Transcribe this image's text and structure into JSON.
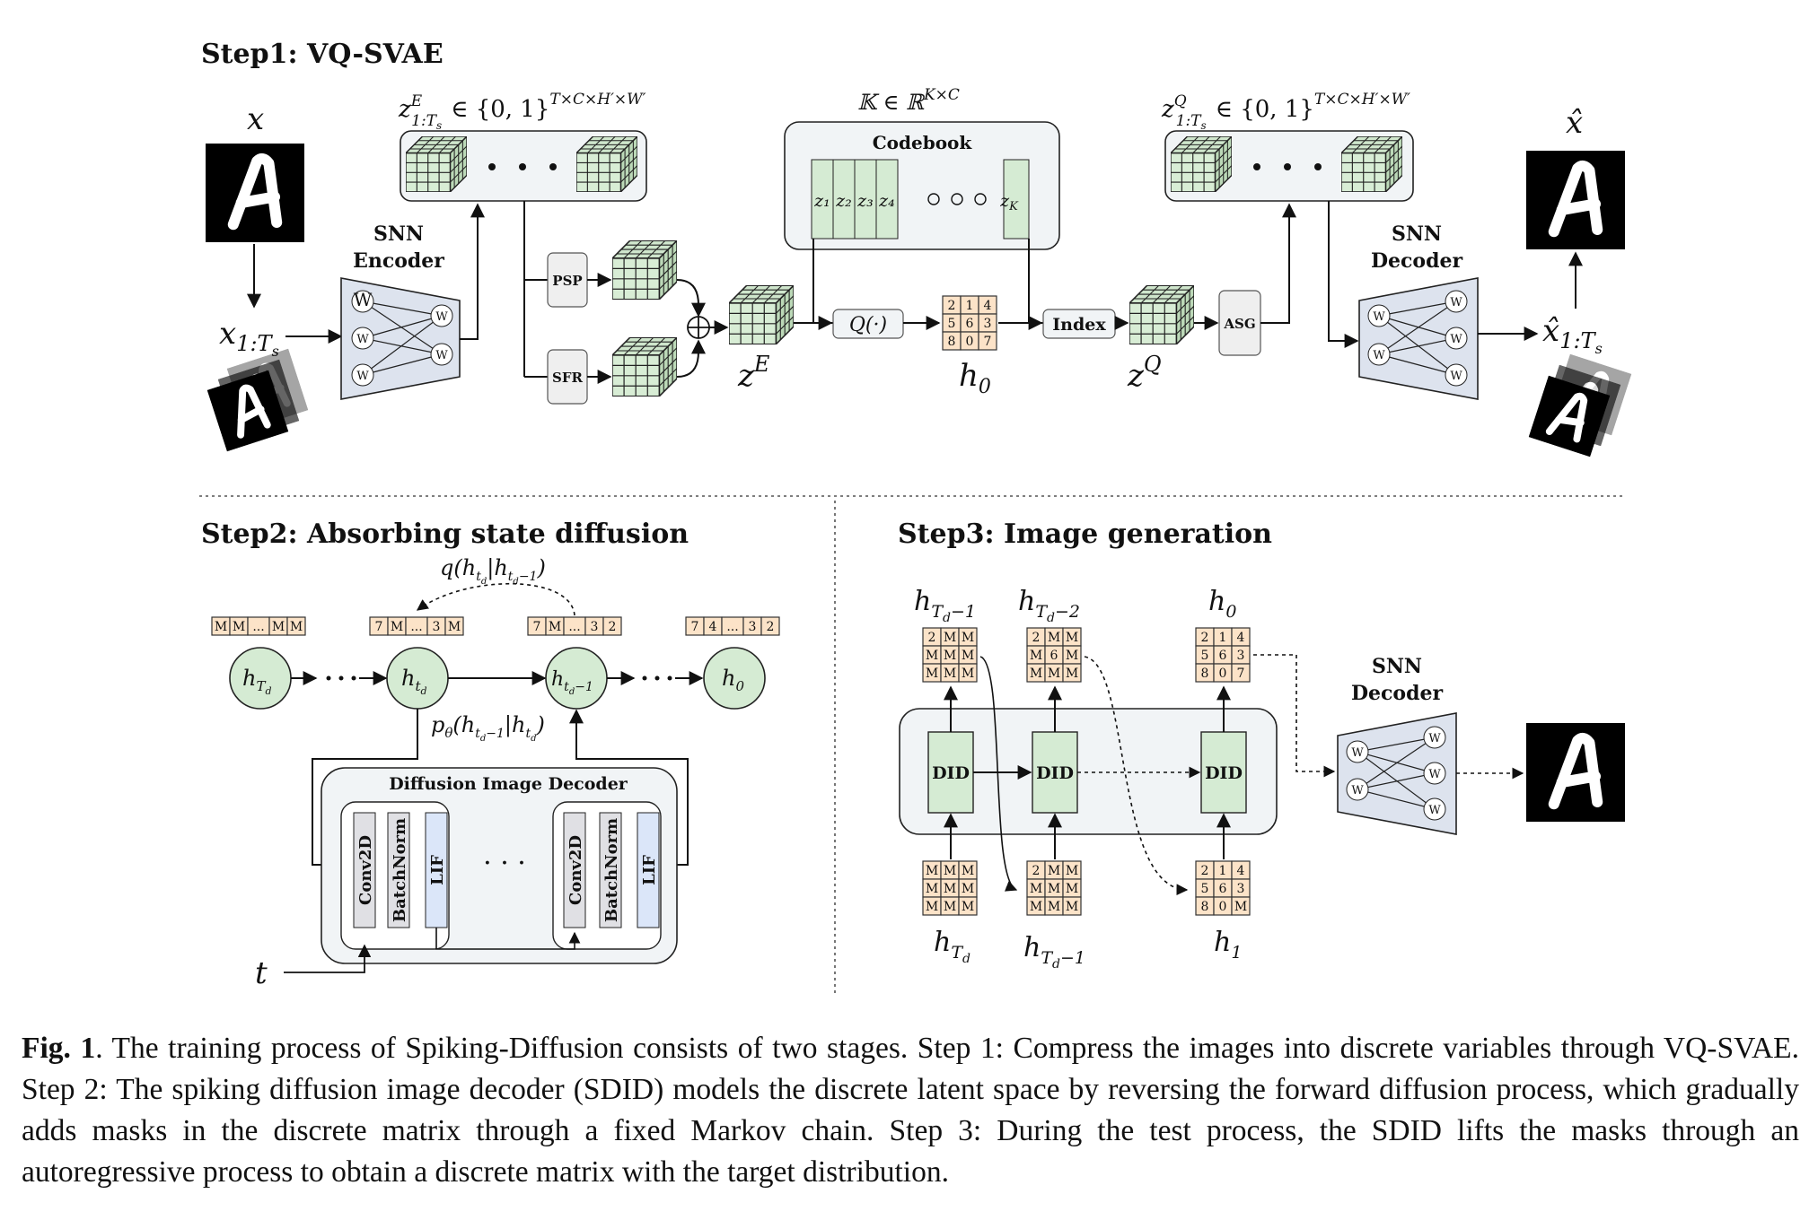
{
  "step1": {
    "title": "Step1: VQ-SVAE",
    "x_label": "x",
    "x_seq_label": "x",
    "x_seq_sub": "1:T",
    "x_seq_subsub": "s",
    "encoder_l1": "SNN",
    "encoder_l2": "Encoder",
    "zE_set": "z",
    "zE_sup": "E",
    "zE_sub": "1:T",
    "zE_subsub": "s",
    "zE_in": "∈ {0, 1}",
    "zE_exp": "T×C×H′×W′",
    "psp": "PSP",
    "sfr": "SFR",
    "zE": "z",
    "zE_super": "E",
    "codebook_set": "𝕂 ∈ ℝ",
    "codebook_exp": "K×C",
    "codebook_title": "Codebook",
    "codes": [
      "z₁",
      "z₂",
      "z₃",
      "z₄"
    ],
    "code_last": "z",
    "code_last_sub": "K",
    "q_label": "Q(·)",
    "h0_label": "h",
    "h0_sub": "0",
    "h0_grid": [
      "2",
      "1",
      "4",
      "5",
      "6",
      "3",
      "8",
      "0",
      "7"
    ],
    "index_label": "Index",
    "zQ": "z",
    "zQ_super": "Q",
    "asg": "ASG",
    "zQ_set": "z",
    "zQ_sup": "Q",
    "zQ_sub": "1:T",
    "zQ_subsub": "s",
    "zQ_in": "∈ {0, 1}",
    "zQ_exp": "T×C×H′×W′",
    "decoder_l1": "SNN",
    "decoder_l2": "Decoder",
    "xhat_label": "x̂",
    "xhat_seq_label": "x̂",
    "xhat_seq_sub": "1:T",
    "xhat_seq_subsub": "s"
  },
  "step2": {
    "title": "Step2: Absorbing state diffusion",
    "q_label": "q(h",
    "q_mid": "|h",
    "q_end": ")",
    "p_label": "p",
    "p_theta": "θ",
    "p_mid": "(h",
    "p_mid2": "|h",
    "p_end": ")",
    "seq1": [
      "M",
      "M",
      "...",
      "M",
      "M"
    ],
    "seq2": [
      "7",
      "M",
      "...",
      "3",
      "M"
    ],
    "seq3": [
      "7",
      "M",
      "...",
      "3",
      "2"
    ],
    "seq4": [
      "7",
      "4",
      "...",
      "3",
      "2"
    ],
    "node1": "h",
    "node1_sub": "T",
    "node1_subsub": "d",
    "node2": "h",
    "node2_sub": "t",
    "node2_subsub": "d",
    "node3": "h",
    "node3_sub": "t",
    "node3_subsub": "d",
    "node3_tail": "−1",
    "node4": "h",
    "node4_sub": "0",
    "decoder_title": "Diffusion Image Decoder",
    "layers": [
      "Conv2D",
      "BatchNorm",
      "LIF"
    ],
    "dots": "· · ·",
    "t_label": "t"
  },
  "step3": {
    "title": "Step3: Image generation",
    "top_labels": [
      {
        "main": "h",
        "sub": "T",
        "subsub": "d",
        "tail": "−1"
      },
      {
        "main": "h",
        "sub": "T",
        "subsub": "d",
        "tail": "−2"
      },
      {
        "main": "h",
        "sub": "0",
        "subsub": "",
        "tail": ""
      }
    ],
    "bottom_labels": [
      {
        "main": "h",
        "sub": "T",
        "subsub": "d",
        "tail": ""
      },
      {
        "main": "h",
        "sub": "T",
        "subsub": "d",
        "tail": "−1"
      },
      {
        "main": "h",
        "sub": "1",
        "subsub": "",
        "tail": ""
      }
    ],
    "top_grids": [
      [
        "2",
        "M",
        "M",
        "M",
        "M",
        "M",
        "M",
        "M",
        "M"
      ],
      [
        "2",
        "M",
        "M",
        "M",
        "6",
        "M",
        "M",
        "M",
        "M"
      ],
      [
        "2",
        "1",
        "4",
        "5",
        "6",
        "3",
        "8",
        "0",
        "7"
      ]
    ],
    "bottom_grids": [
      [
        "M",
        "M",
        "M",
        "M",
        "M",
        "M",
        "M",
        "M",
        "M"
      ],
      [
        "2",
        "M",
        "M",
        "M",
        "M",
        "M",
        "M",
        "M",
        "M"
      ],
      [
        "2",
        "1",
        "4",
        "5",
        "6",
        "3",
        "8",
        "0",
        "M"
      ]
    ],
    "did": "DID",
    "decoder_l1": "SNN",
    "decoder_l2": "Decoder"
  },
  "caption": {
    "label": "Fig. 1",
    "text": ". The training process of Spiking-Diffusion consists of two stages. Step 1: Compress the images into discrete variables through VQ-SVAE. Step 2: The spiking diffusion image decoder (SDID) models the discrete latent space by reversing the forward diffusion process, which gradually adds masks in the discrete matrix through a fixed Markov chain. Step 3: During the test process, the SDID lifts the masks through an autoregressive process to obtain a discrete matrix with the target distribution."
  },
  "colors": {
    "green": "#d5ebd3",
    "orange": "#fce3c8",
    "blue_gray": "#dde3ee",
    "lif_blue": "#dbe6f9",
    "gray_panel": "#f1f4f6",
    "layer_gray": "#e0e0e4"
  }
}
